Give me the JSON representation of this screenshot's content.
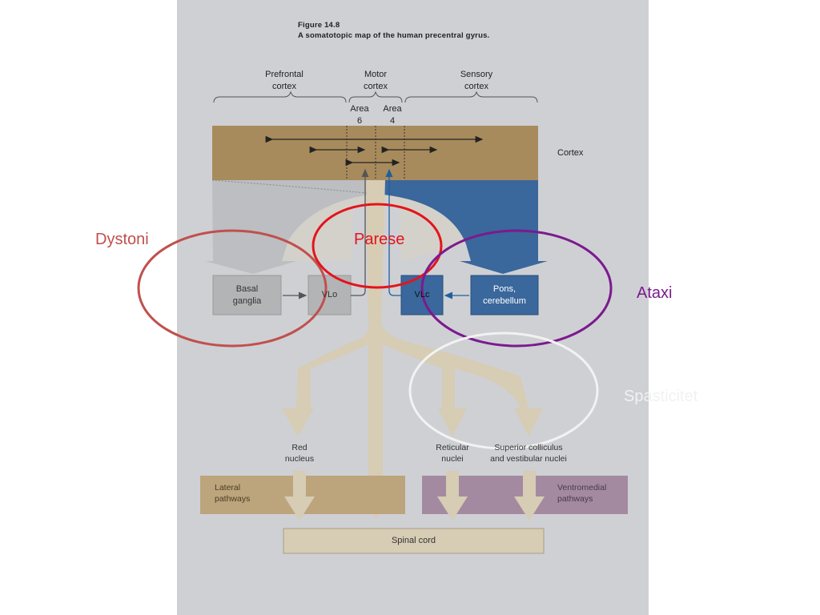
{
  "figure": {
    "title": "Figure 14.8",
    "subtitle": "A somatotopic map of the human precentral gyrus."
  },
  "regions": {
    "prefrontal": "Prefrontal\ncortex",
    "motor": "Motor\ncortex",
    "sensory": "Sensory\ncortex",
    "area6": "Area\n6",
    "area4": "Area\n4",
    "cortex": "Cortex"
  },
  "boxes": {
    "basal_ganglia": "Basal\nganglia",
    "vlo": "VLo",
    "vlc": "VLc",
    "pons": "Pons,\ncerebellum",
    "lateral": "Lateral\npathways",
    "ventromedial": "Ventromedial\npathways",
    "spinal_cord": "Spinal cord"
  },
  "nuclei": {
    "red": "Red\nnucleus",
    "reticular": "Reticular\nnuclei",
    "superior": "Superior colliculus\nand vestibular nuclei"
  },
  "annotations": {
    "dystoni": {
      "label": "Dystoni",
      "color": "#c0504d"
    },
    "parese": {
      "label": "Parese",
      "color": "#e3141c"
    },
    "ataxi": {
      "label": "Ataxi",
      "color": "#7b1a8e"
    },
    "spasticitet": {
      "label": "Spasticitet",
      "color": "#f2f2f2"
    }
  },
  "colors": {
    "cortex_band": "#a88b5c",
    "sensory_blue": "#3a679c",
    "lateral_band": "#bca47c",
    "ventromedial_band": "#a38aa0",
    "pathway_arrow": "#d7ccb4"
  }
}
